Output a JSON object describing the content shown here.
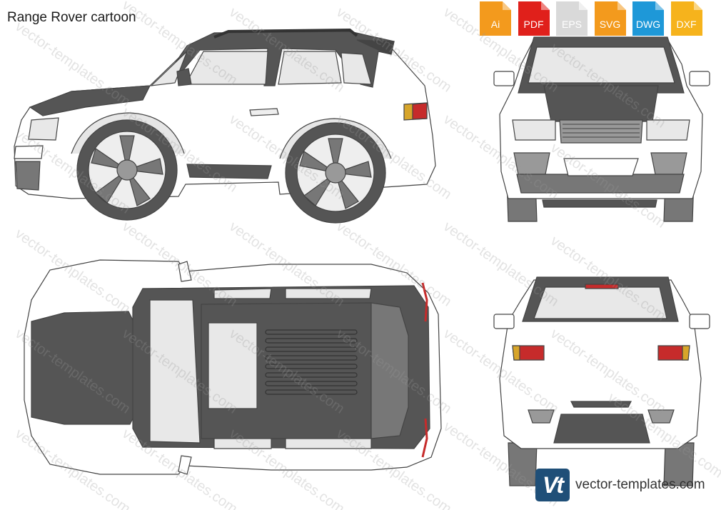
{
  "title": "Range Rover cartoon",
  "formats": [
    {
      "label": "Ai",
      "color": "#f39a1d",
      "icon": "ai-file-icon"
    },
    {
      "label": "PDF",
      "color": "#e0201b",
      "icon": "pdf-file-icon"
    },
    {
      "label": "EPS",
      "color": "#d9d9d9",
      "icon": "eps-file-icon"
    },
    {
      "label": "SVG",
      "color": "#f39a1d",
      "icon": "svg-file-icon"
    },
    {
      "label": "DWG",
      "color": "#1e98d8",
      "icon": "dwg-file-icon"
    },
    {
      "label": "DXF",
      "color": "#f6b31c",
      "icon": "dxf-file-icon"
    }
  ],
  "watermark": "vector-templates.com",
  "brand": {
    "logo": "Vt",
    "site": "vector-templates.com",
    "color": "#1f4f78"
  },
  "views": [
    "side-view",
    "front-view",
    "top-view",
    "rear-view"
  ]
}
